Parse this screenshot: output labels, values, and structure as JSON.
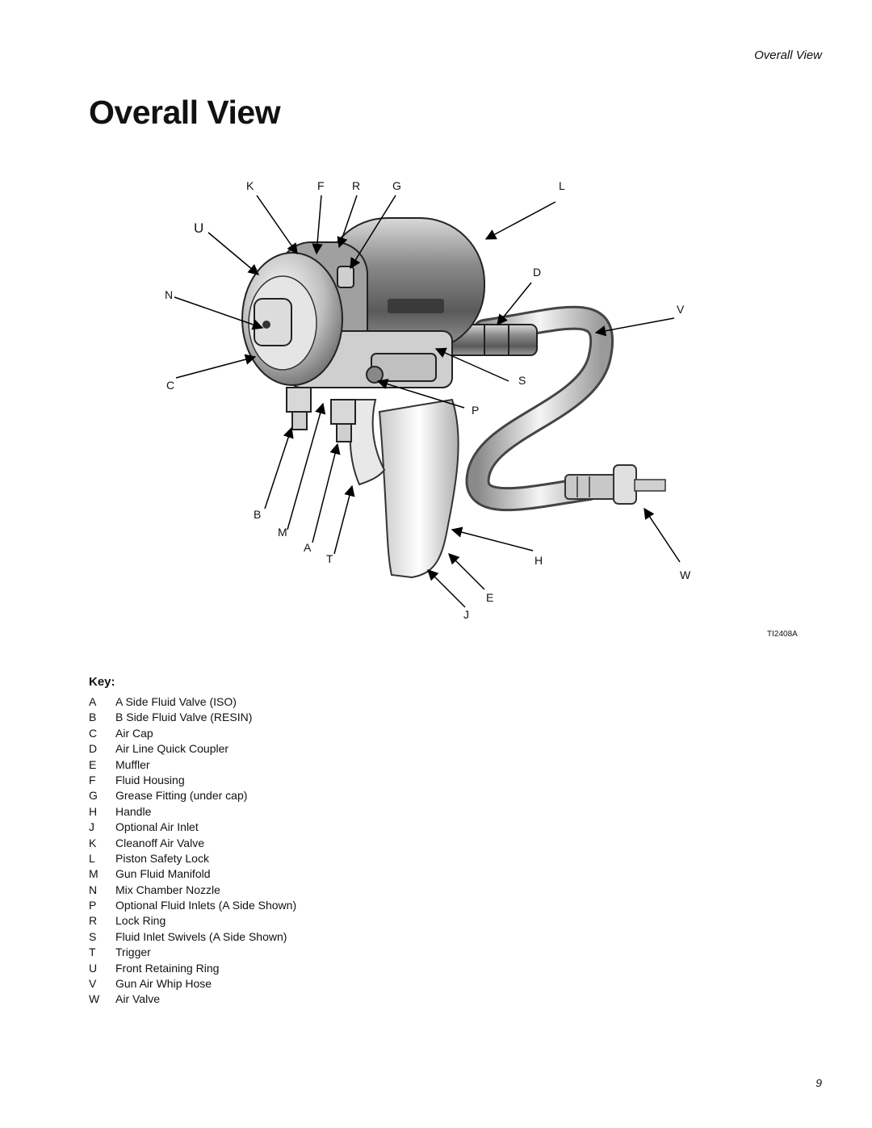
{
  "running_header": "Overall View",
  "title": "Overall View",
  "figure": {
    "id": "TI2408A",
    "callouts": [
      "K",
      "F",
      "R",
      "G",
      "L",
      "U",
      "D",
      "N",
      "V",
      "C",
      "S",
      "P",
      "B",
      "M",
      "A",
      "T",
      "H",
      "W",
      "E",
      "J"
    ]
  },
  "key": {
    "title": "Key:",
    "items": [
      {
        "letter": "A",
        "text": "A Side Fluid Valve (ISO)"
      },
      {
        "letter": "B",
        "text": "B Side Fluid Valve (RESIN)"
      },
      {
        "letter": "C",
        "text": "Air Cap"
      },
      {
        "letter": "D",
        "text": "Air Line Quick Coupler"
      },
      {
        "letter": "E",
        "text": "Muffler"
      },
      {
        "letter": "F",
        "text": "Fluid Housing"
      },
      {
        "letter": "G",
        "text": "Grease Fitting (under cap)"
      },
      {
        "letter": "H",
        "text": "Handle"
      },
      {
        "letter": "J",
        "text": "Optional Air Inlet"
      },
      {
        "letter": "K",
        "text": "Cleanoff Air Valve"
      },
      {
        "letter": "L",
        "text": "Piston Safety Lock"
      },
      {
        "letter": "M",
        "text": "Gun Fluid Manifold"
      },
      {
        "letter": "N",
        "text": "Mix Chamber Nozzle"
      },
      {
        "letter": "P",
        "text": "Optional Fluid Inlets (A Side Shown)"
      },
      {
        "letter": "R",
        "text": "Lock Ring"
      },
      {
        "letter": "S",
        "text": "Fluid Inlet Swivels (A Side Shown)"
      },
      {
        "letter": "T",
        "text": "Trigger"
      },
      {
        "letter": "U",
        "text": "Front Retaining Ring"
      },
      {
        "letter": "V",
        "text": "Gun Air Whip Hose"
      },
      {
        "letter": "W",
        "text": "Air Valve"
      }
    ]
  },
  "page_number": "9"
}
